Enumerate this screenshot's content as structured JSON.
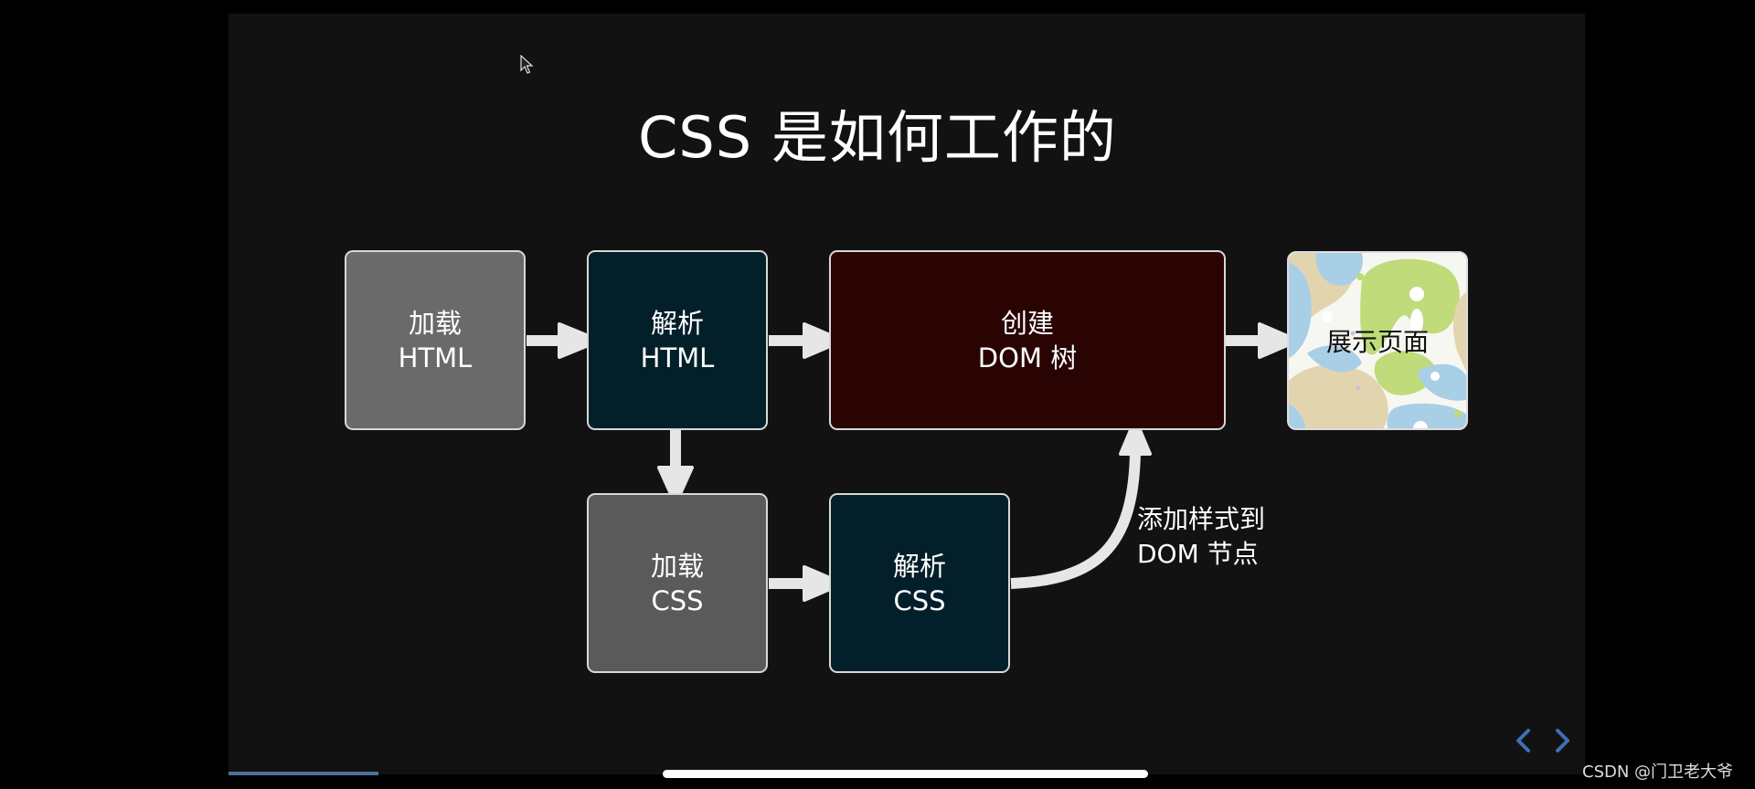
{
  "slide": {
    "title": "CSS 是如何工作的",
    "nodes": {
      "load_html": {
        "line1": "加载",
        "line2": "HTML"
      },
      "parse_html": {
        "line1": "解析",
        "line2": "HTML"
      },
      "create_dom": {
        "line1": "创建",
        "line2": "DOM 树"
      },
      "display_page": {
        "label": "展示页面"
      },
      "load_css": {
        "line1": "加载",
        "line2": "CSS"
      },
      "parse_css": {
        "line1": "解析",
        "line2": "CSS"
      }
    },
    "annotation": {
      "line1": "添加样式到",
      "line2": "DOM 节点"
    },
    "edges": [
      {
        "from": "load_html",
        "to": "parse_html"
      },
      {
        "from": "parse_html",
        "to": "create_dom"
      },
      {
        "from": "create_dom",
        "to": "display_page"
      },
      {
        "from": "parse_html",
        "to": "load_css"
      },
      {
        "from": "load_css",
        "to": "parse_css"
      },
      {
        "from": "parse_css",
        "to": "create_dom",
        "label": "添加样式到 DOM 节点"
      }
    ]
  },
  "navigation": {
    "prev_icon": "chevron-left-icon",
    "next_icon": "chevron-right-icon",
    "accent_color": "#3f6fb8"
  },
  "colors": {
    "slide_bg": "#121212",
    "load_box": "#6a6a6a",
    "parse_box": "#03202a",
    "dom_box": "#2a0303"
  },
  "watermark": "CSDN @门卫老大爷"
}
